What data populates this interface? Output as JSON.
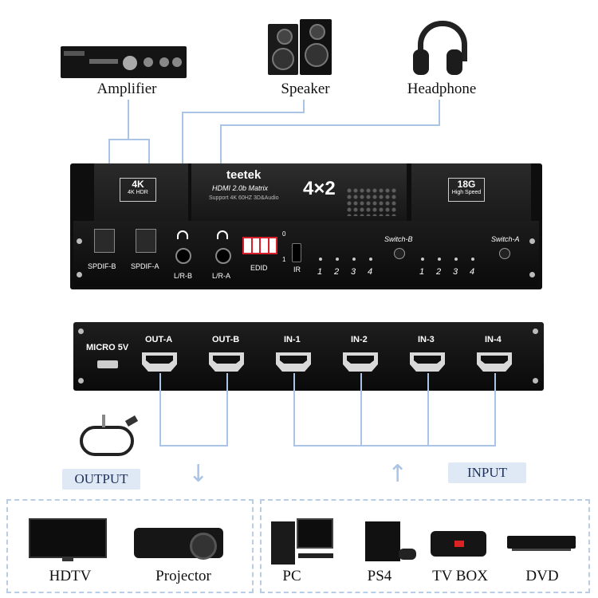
{
  "top_devices": {
    "amplifier": "Amplifier",
    "speaker": "Speaker",
    "headphone": "Headphone"
  },
  "front_panel": {
    "brand": "teetek",
    "model_line1": "HDMI 2.0b Matrix",
    "model_line2": "Support 4K 60HZ 3D&Audio",
    "model_big": "4×2",
    "badge_left_top": "4K",
    "badge_left_bottom": "4K HDR",
    "badge_right_top": "18G",
    "badge_right_bottom": "High Speed",
    "spdif_b": "SPDIF-B",
    "spdif_a": "SPDIF-A",
    "lr_b": "L/R-B",
    "lr_a": "L/R-A",
    "edid": "EDID",
    "edid_digits": [
      "1",
      "2",
      "3",
      "4"
    ],
    "dip_on": "0",
    "dip_off": "1",
    "ir": "IR",
    "switch_b": "Switch-B",
    "switch_a": "Switch-A",
    "leds_b": [
      "1",
      "2",
      "3",
      "4"
    ],
    "leds_a": [
      "1",
      "2",
      "3",
      "4"
    ]
  },
  "rear_panel": {
    "micro": "MICRO 5V",
    "ports": [
      "OUT-A",
      "OUT-B",
      "IN-1",
      "IN-2",
      "IN-3",
      "IN-4"
    ]
  },
  "labels": {
    "output": "OUTPUT",
    "input": "INPUT"
  },
  "output_devices": [
    "HDTV",
    "Projector"
  ],
  "input_devices": [
    "PC",
    "PS4",
    "TV BOX",
    "DVD"
  ],
  "colors": {
    "line": "#a9c4e4",
    "pill": "#dfe8f5",
    "device": "#111111"
  }
}
